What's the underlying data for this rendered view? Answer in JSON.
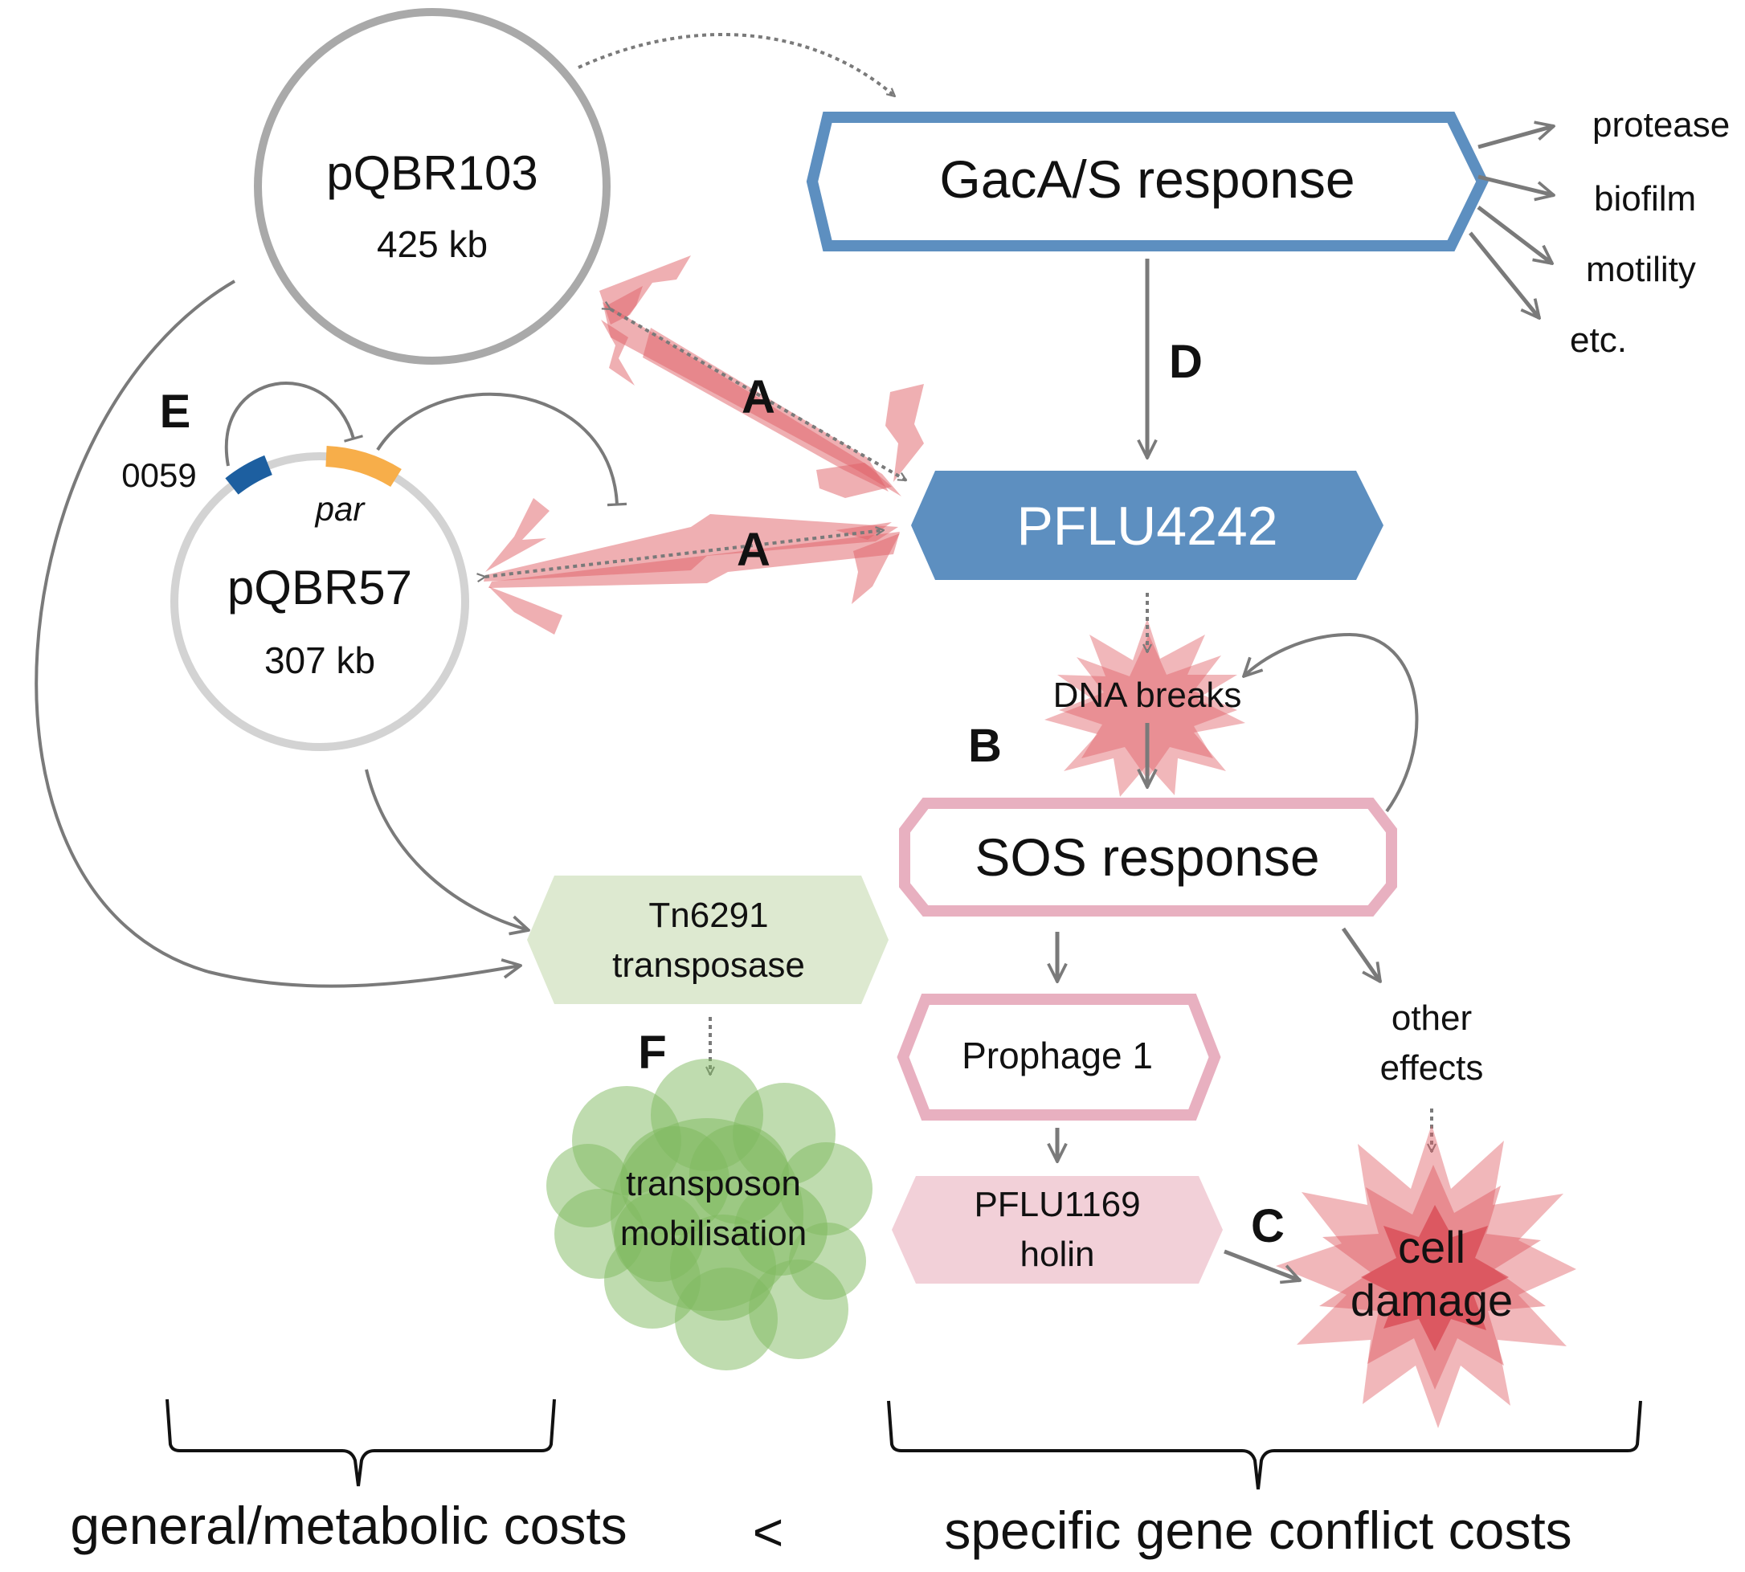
{
  "plasmids": {
    "large": {
      "name": "pQBR103",
      "size": "425 kb"
    },
    "small": {
      "name": "pQBR57",
      "size": "307 kb",
      "gene_left": "0059",
      "gene_right": "par"
    }
  },
  "nodes": {
    "gaca": "GacA/S response",
    "pflu4242": "PFLU4242",
    "dna_breaks": "DNA breaks",
    "sos": "SOS response",
    "tn6291": [
      "Tn6291",
      "transposase"
    ],
    "prophage": "Prophage 1",
    "holin": [
      "PFLU1169",
      "holin"
    ],
    "transposon": [
      "transposon",
      "mobilisation"
    ],
    "cell_damage": [
      "cell",
      "damage"
    ],
    "other_effects": [
      "other",
      "effects"
    ]
  },
  "outputs": [
    "protease",
    "biofilm",
    "motility",
    "etc."
  ],
  "labels": {
    "A": "A",
    "B": "B",
    "C": "C",
    "D": "D",
    "E": "E",
    "F": "F"
  },
  "bottom": {
    "left": "general/metabolic costs",
    "comparator": "<",
    "right": "specific gene conflict costs"
  },
  "colors": {
    "plasmid_large": "#a9a9a9",
    "plasmid_small": "#d3d3d3",
    "gene_0059": "#1d5fa0",
    "gene_par": "#f7ae4a",
    "gaca_border": "#5d8fc0",
    "pflu4242_fill": "#5d8fc0",
    "sos_border": "#e8b0c0",
    "holin_fill": "#f2d0d8",
    "tn_fill": "#dde9d0",
    "conflict_red": "#e06066",
    "transposon_green": "#7fba5f",
    "arrow_gray": "#7a7a7a"
  }
}
